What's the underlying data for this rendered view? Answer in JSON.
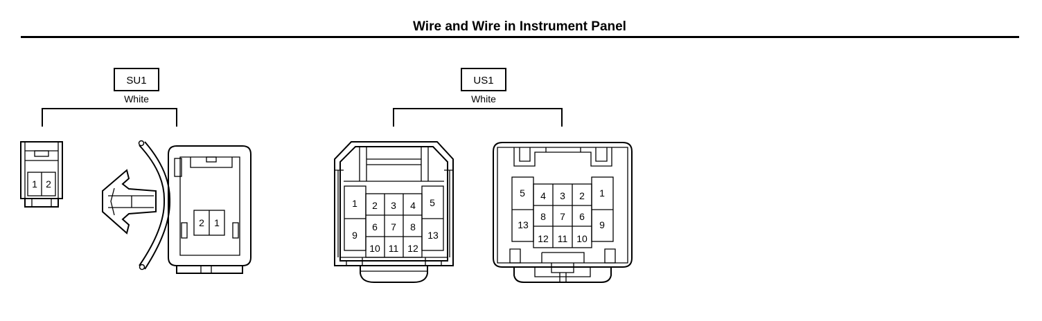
{
  "title": "Wire and Wire in Instrument Panel",
  "connectors": [
    {
      "id": "SU1",
      "color_label": "White",
      "male_pins": [
        "1",
        "2"
      ],
      "female_pins": [
        "2",
        "1"
      ]
    },
    {
      "id": "US1",
      "color_label": "White",
      "male_pins": [
        "1",
        "2",
        "3",
        "4",
        "5",
        "6",
        "7",
        "8",
        "9",
        "10",
        "11",
        "12",
        "13"
      ],
      "female_pins": [
        "1",
        "2",
        "3",
        "4",
        "5",
        "6",
        "7",
        "8",
        "9",
        "10",
        "11",
        "12",
        "13"
      ]
    }
  ]
}
